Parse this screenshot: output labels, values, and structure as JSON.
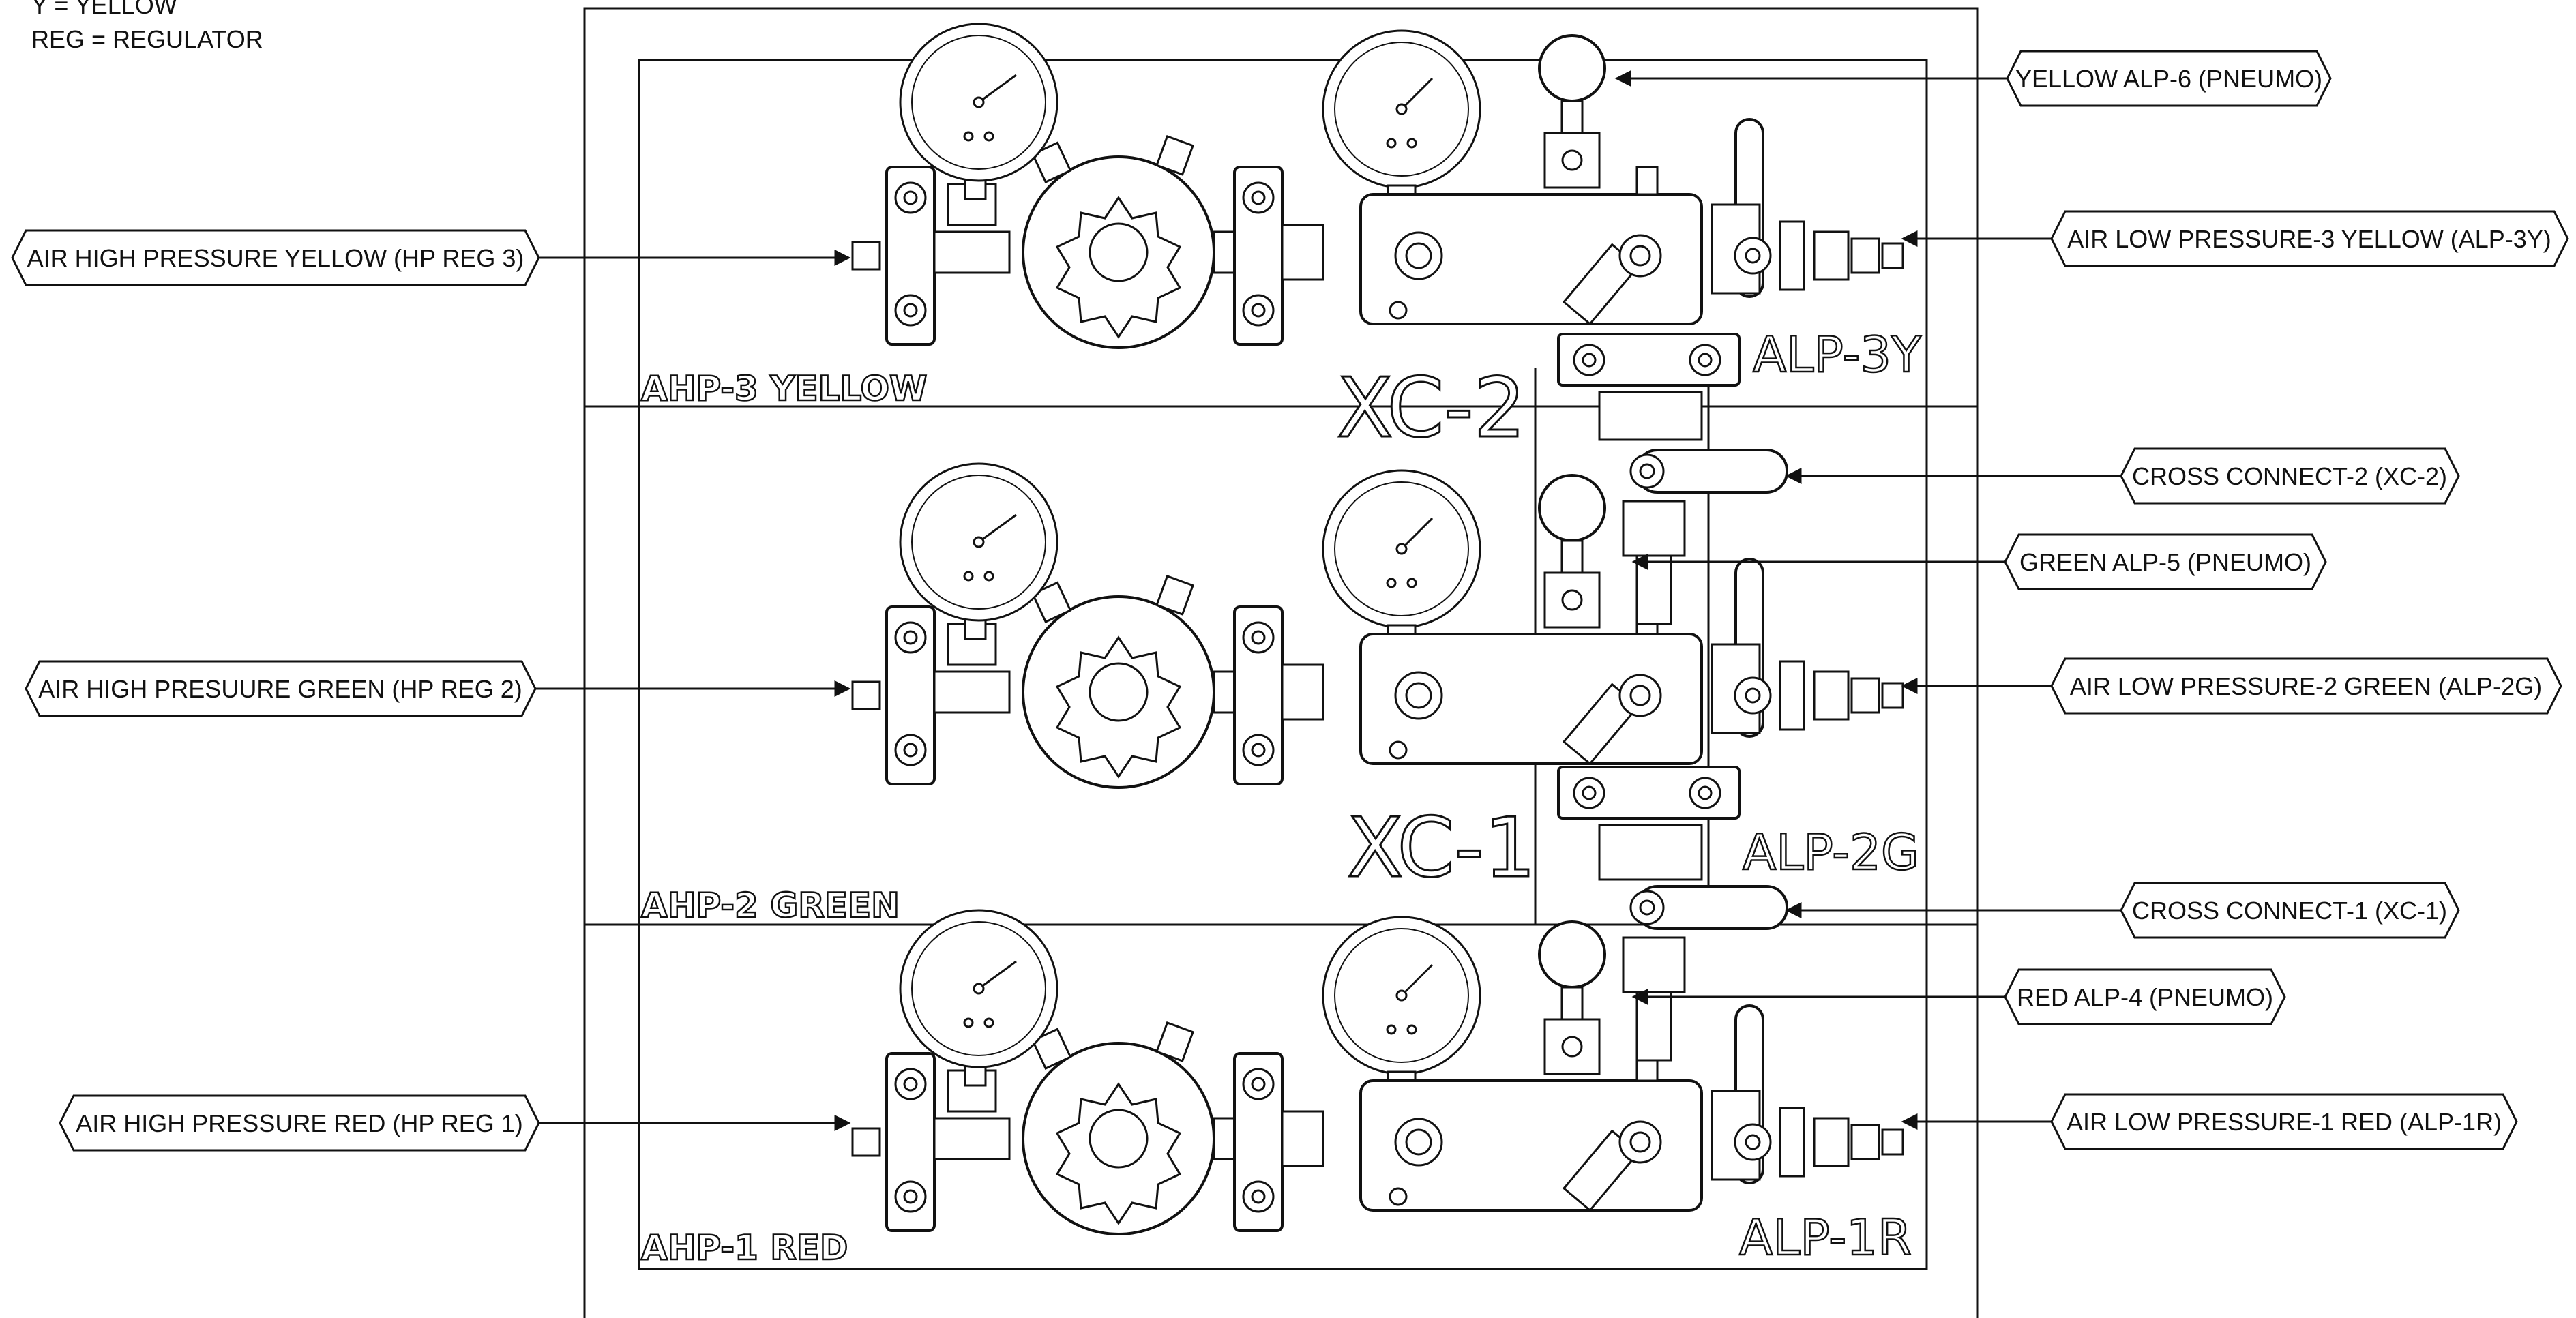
{
  "legend": {
    "line1": "Y = YELLOW",
    "line2": "REG = REGULATOR"
  },
  "sections": {
    "top": "AHP-3 YELLOW",
    "middle": "AHP-2 GREEN",
    "bottom": "AHP-1 RED"
  },
  "cross_connect_marks": {
    "upper": "XC-2",
    "lower": "XC-1"
  },
  "alp_marks": {
    "top": "ALP-3Y",
    "middle": "ALP-2G",
    "bottom": "ALP-1R"
  },
  "callouts_left": {
    "hp3": "AIR HIGH PRESSURE YELLOW (HP REG 3)",
    "hp2": "AIR HIGH PRESUURE GREEN (HP REG 2)",
    "hp1": "AIR HIGH PRESSURE RED (HP REG 1)"
  },
  "callouts_right": {
    "alp6": "YELLOW ALP-6 (PNEUMO)",
    "alp3y": "AIR LOW PRESSURE-3 YELLOW (ALP-3Y)",
    "xc2": "CROSS CONNECT-2 (XC-2)",
    "alp5": "GREEN ALP-5 (PNEUMO)",
    "alp2g": "AIR LOW PRESSURE-2 GREEN (ALP-2G)",
    "xc1": "CROSS CONNECT-1 (XC-1)",
    "alp4": "RED ALP-4 (PNEUMO)",
    "alp1r": "AIR LOW PRESSURE-1 RED (ALP-1R)"
  }
}
